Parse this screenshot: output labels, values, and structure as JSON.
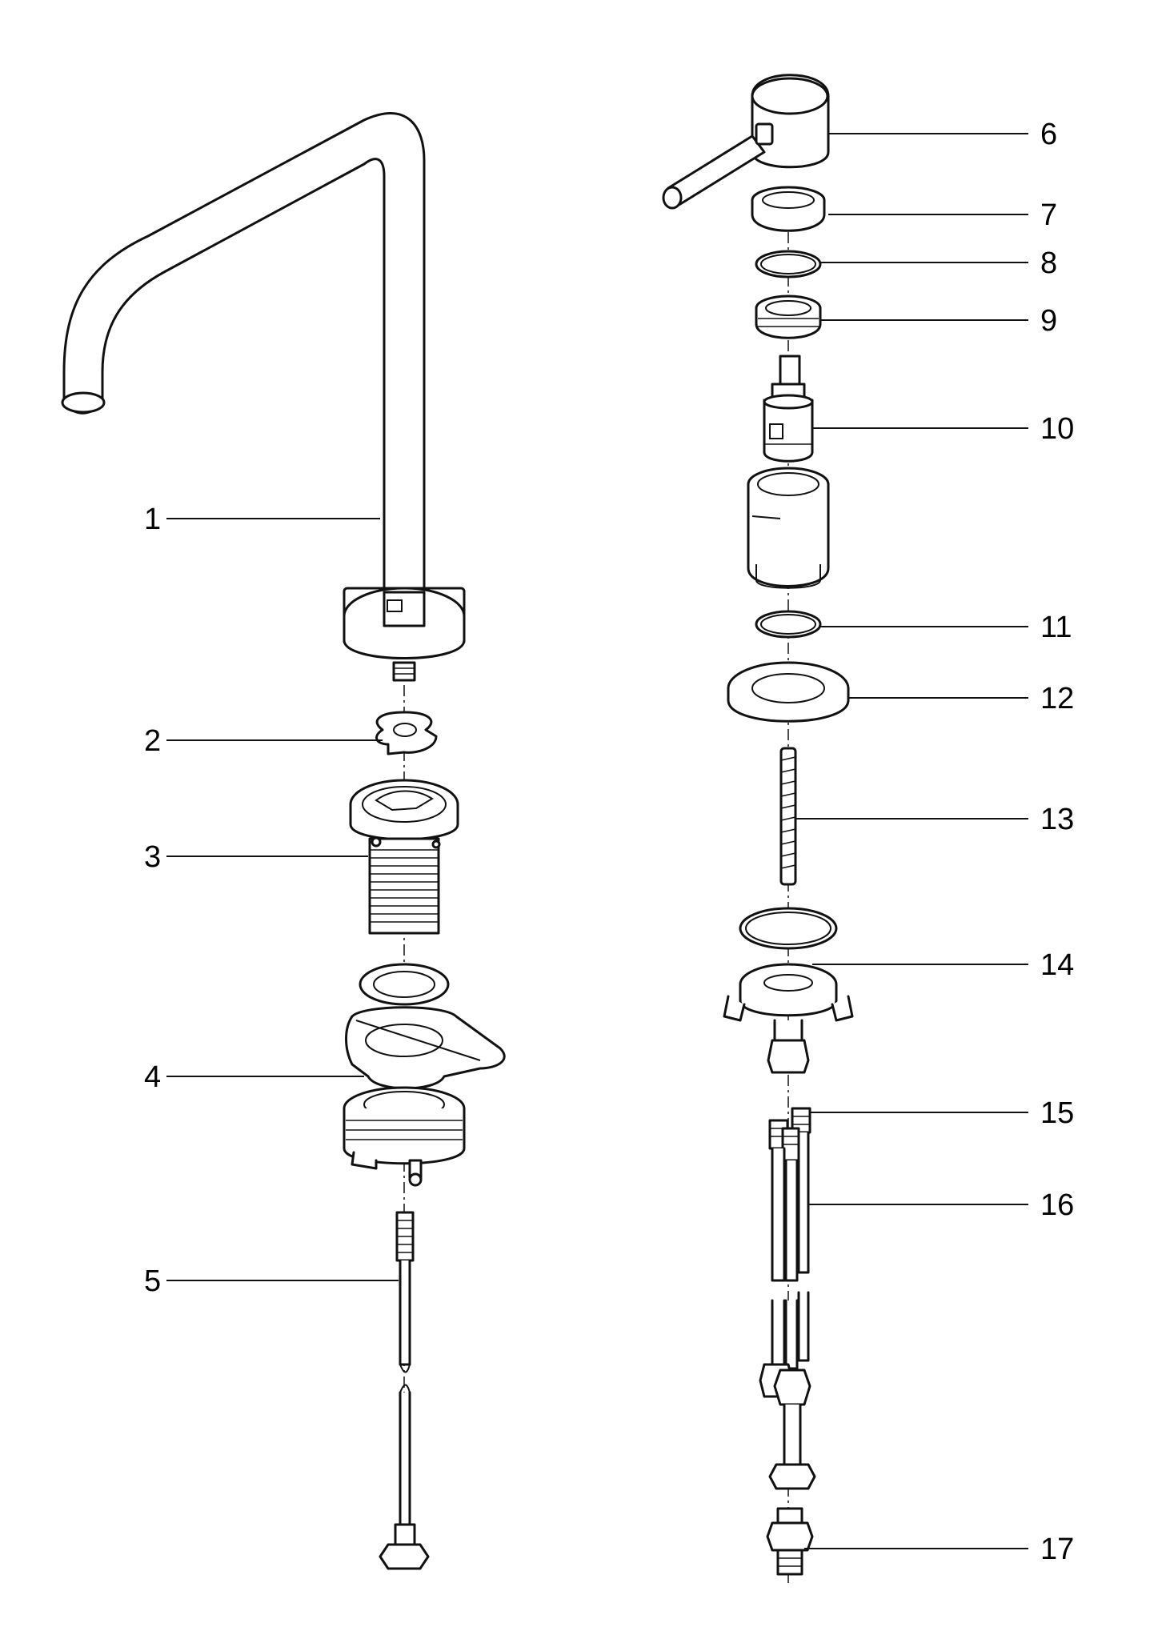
{
  "parts": [
    {
      "id": "part-1",
      "label": "1"
    },
    {
      "id": "part-2",
      "label": "2"
    },
    {
      "id": "part-3",
      "label": "3"
    },
    {
      "id": "part-4",
      "label": "4"
    },
    {
      "id": "part-5",
      "label": "5"
    },
    {
      "id": "part-6",
      "label": "6"
    },
    {
      "id": "part-7",
      "label": "7"
    },
    {
      "id": "part-8",
      "label": "8"
    },
    {
      "id": "part-9",
      "label": "9"
    },
    {
      "id": "part-10",
      "label": "10"
    },
    {
      "id": "part-11",
      "label": "11"
    },
    {
      "id": "part-12",
      "label": "12"
    },
    {
      "id": "part-13",
      "label": "13"
    },
    {
      "id": "part-14",
      "label": "14"
    },
    {
      "id": "part-15",
      "label": "15"
    },
    {
      "id": "part-16",
      "label": "16"
    },
    {
      "id": "part-17",
      "label": "17"
    }
  ],
  "colors": {
    "line": "#111111",
    "background": "#ffffff"
  }
}
